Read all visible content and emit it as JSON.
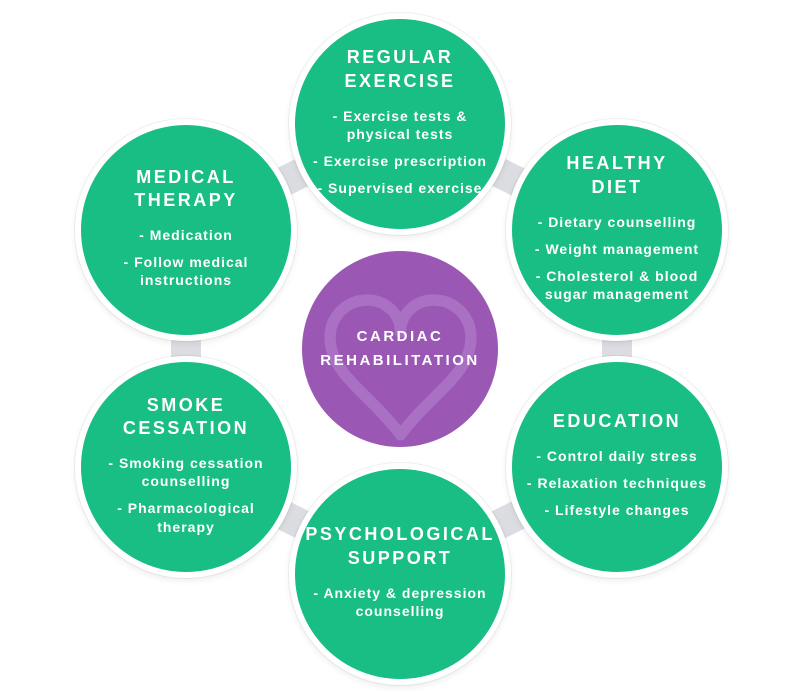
{
  "center": {
    "title": "CARDIAC REHABILITATION",
    "icon": "heart-outline-icon",
    "color": "#9A58B4",
    "heart_stroke_color": "#A970C3"
  },
  "nodes": [
    {
      "id": "regular-exercise",
      "title": "REGULAR EXERCISE",
      "items": [
        "- Exercise tests & physical tests",
        "- Exercise prescription",
        "- Supervised exercise"
      ]
    },
    {
      "id": "healthy-diet",
      "title": "HEALTHY DIET",
      "items": [
        "- Dietary counselling",
        "- Weight management",
        "- Cholesterol & blood sugar management"
      ]
    },
    {
      "id": "education",
      "title": "EDUCATION",
      "items": [
        "- Control daily stress",
        "- Relaxation techniques",
        "- Lifestyle changes"
      ]
    },
    {
      "id": "psychological-support",
      "title": "PSYCHOLOGICAL SUPPORT",
      "items": [
        "- Anxiety & depression counselling"
      ]
    },
    {
      "id": "smoke-cessation",
      "title": "SMOKE CESSATION",
      "items": [
        "- Smoking cessation counselling",
        "- Pharmacological therapy"
      ]
    },
    {
      "id": "medical-therapy",
      "title": "MEDICAL THERAPY",
      "items": [
        "- Medication",
        "- Follow medical instructions"
      ]
    }
  ],
  "colors": {
    "node_green": "#18BE83",
    "center_purple": "#9A58B4",
    "connector_gray": "#DCDDE2",
    "text": "#FFFFFF"
  }
}
